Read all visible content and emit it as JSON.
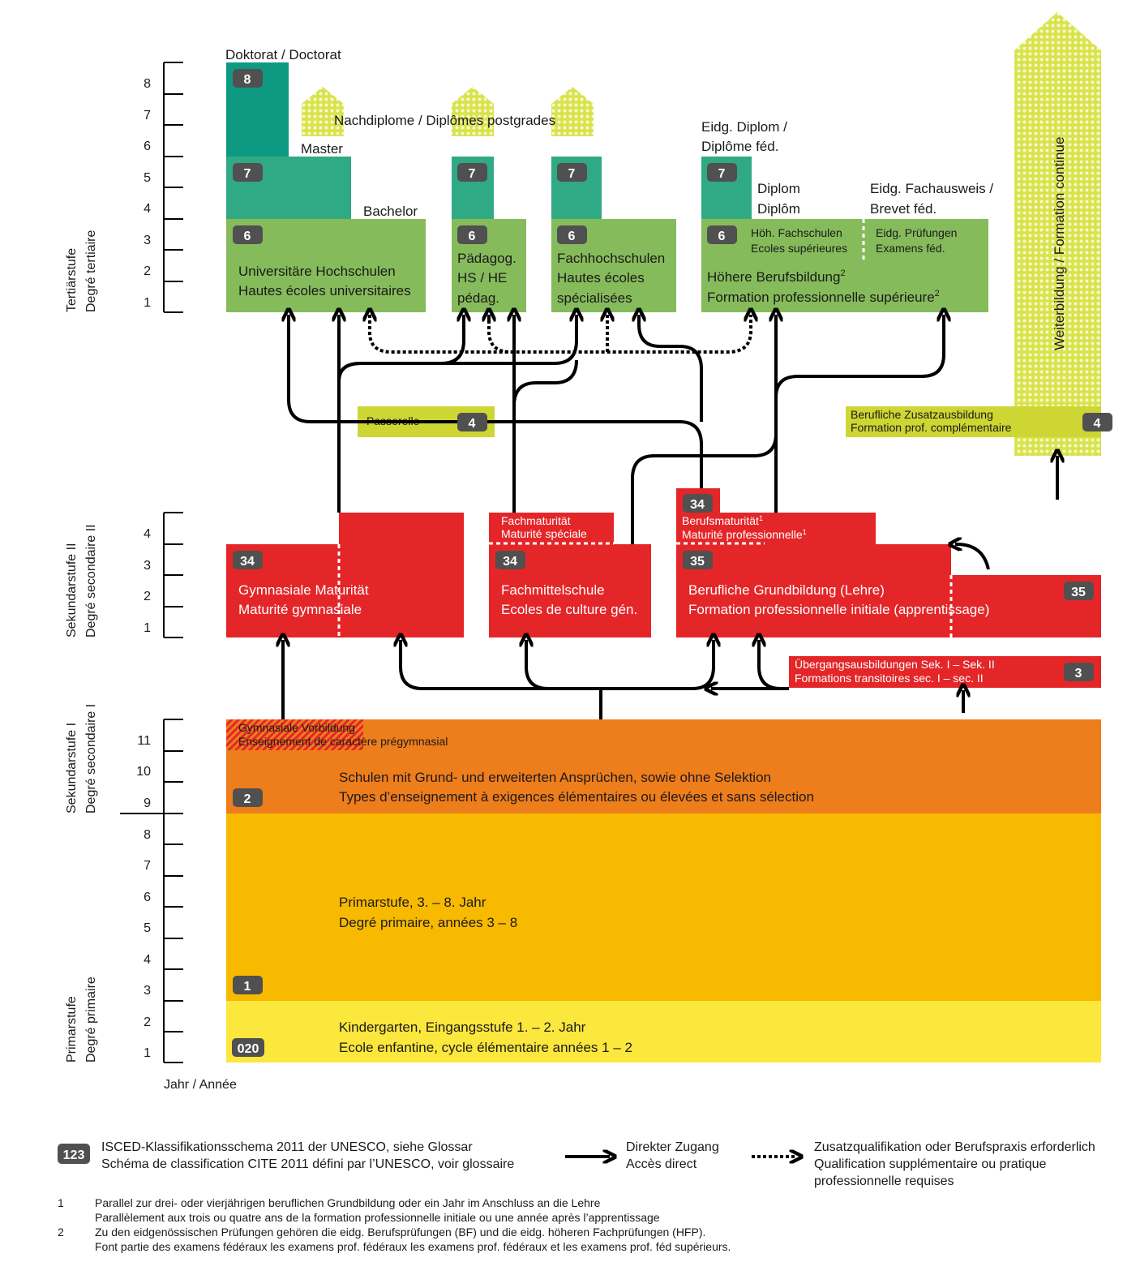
{
  "colors": {
    "doctorate": "#0e9a82",
    "master": "#30aa84",
    "bachelor": "#86bb5b",
    "secondary2": "#e42629",
    "secondary1": "#ee7d1c",
    "primary": "#f8ba00",
    "kindergarten": "#fce73d",
    "passerelle": "#cdd633",
    "dots": "#d9e34a",
    "badge": "#505050"
  },
  "levels": {
    "tertiary": {
      "de": "Tertiärstufe",
      "fr": "Degré tertiaire",
      "years": [
        "1",
        "2",
        "3",
        "4",
        "5",
        "6",
        "7",
        "8"
      ]
    },
    "sec2": {
      "de": "Sekundarstufe II",
      "fr": "Degré secondaire II",
      "years": [
        "1",
        "2",
        "3",
        "4"
      ]
    },
    "sec1": {
      "de": "Sekundarstufe I",
      "fr": "Degré secondaire I",
      "years": [
        "9",
        "10",
        "11"
      ]
    },
    "primary": {
      "de": "Primarstufe",
      "fr": "Degré primaire",
      "years": [
        "1",
        "2",
        "3",
        "4",
        "5",
        "6",
        "7",
        "8"
      ]
    },
    "axis_label": "Jahr / Année"
  },
  "labels": {
    "doktorat": "Doktorat / Doctorat",
    "master": "Master",
    "bachelor": "Bachelor",
    "nachdiplome": "Nachdiplome / Diplômes postgrades",
    "eidg_diplom_1": "Eidg. Diplom /",
    "eidg_diplom_2": "Diplôme féd.",
    "diplom_1": "Diplom",
    "diplom_2": "Diplôm",
    "fachausweis_1": "Eidg. Fachausweis /",
    "fachausweis_2": "Brevet féd.",
    "weiterbildung": "Weiterbildung / Formation continue"
  },
  "boxes": {
    "uni_de": "Universitäre Hochschulen",
    "uni_fr": "Hautes écoles universitaires",
    "ph_1": "Pädagog.",
    "ph_2": "HS / HE",
    "ph_3": "pédag.",
    "fh_1": "Fachhochschulen",
    "fh_2": "Hautes écoles",
    "fh_3": "spécialisées",
    "hf_de": "Höh. Fachschulen",
    "hf_fr": "Ecoles supérieures",
    "ep_de": "Eidg. Prüfungen",
    "ep_fr": "Examens féd.",
    "hbb_de": "Höhere Berufsbildung",
    "hbb_fr": "Formation professionnelle supérieure",
    "sup": "2",
    "passerelle": "Passerelle",
    "zusatz_de": "Berufliche Zusatzausbildung",
    "zusatz_fr": "Formation prof. complémentaire",
    "gym_de": "Gymnasiale Maturität",
    "gym_fr": "Maturité gymnasiale",
    "fachmat_de": "Fachmaturität",
    "fachmat_fr": "Maturité spéciale",
    "fms_de": "Fachmittelschule",
    "fms_fr": "Ecoles de culture gén.",
    "bm_de": "Berufsmaturität",
    "bm_fr": "Maturité professionnelle",
    "sup1": "1",
    "bg_de": "Berufliche Grundbildung (Lehre)",
    "bg_fr": "Formation professionnelle initiale (apprentissage)",
    "ueb_de": "Übergangsausbildungen Sek. I – Sek. II",
    "ueb_fr": "Formations transitoires sec. I – sec. II",
    "gymv_de": "Gymnasiale Vorbildung",
    "gymv_fr": "Enseignement de caractère prégymnasial",
    "sek1_de": "Schulen mit Grund- und erweiterten Ansprüchen, sowie ohne Selektion",
    "sek1_fr": "Types d’enseignement à exigences élémentaires ou élevées et sans sélection",
    "prim_de": "Primarstufe, 3. – 8. Jahr",
    "prim_fr": "Degré primaire, années 3 – 8",
    "kg_de": "Kindergarten, Eingangsstufe 1. – 2. Jahr",
    "kg_fr": "Ecole enfantine, cycle élémentaire années 1 – 2"
  },
  "badges": {
    "b8": "8",
    "b7": "7",
    "b6": "6",
    "b4": "4",
    "b34": "34",
    "b35": "35",
    "b3": "3",
    "b2": "2",
    "b1": "1",
    "b020": "020",
    "b123": "123"
  },
  "legend": {
    "isced_de": "ISCED-Klassifikationsschema 2011 der UNESCO, siehe Glossar",
    "isced_fr": "Schéma de classification CITE 2011 défini par l’UNESCO, voir glossaire",
    "direct_de": "Direkter Zugang",
    "direct_fr": "Accès direct",
    "extra_de": "Zusatzqualifikation oder Berufspraxis erforderlich",
    "extra_fr1": "Qualification supplémentaire ou pratique",
    "extra_fr2": "professionnelle requises"
  },
  "footnotes": [
    {
      "num": "1",
      "l1": "Parallel zur drei- oder vierjährigen beruflichen Grundbildung oder ein Jahr im Anschluss an die Lehre",
      "l2": "Parallèlement aux trois ou quatre ans de la formation professionnelle initiale ou une année après l’apprentissage"
    },
    {
      "num": "2",
      "l1": "Zu den eidgenössischen Prüfungen gehören die eidg. Berufsprüfungen (BF) und die eidg. höheren Fachprüfungen (HFP).",
      "l2": "Font partie des examens fédéraux les examens prof. fédéraux les examens prof. fédéraux et les examens prof. féd supérieurs."
    }
  ]
}
